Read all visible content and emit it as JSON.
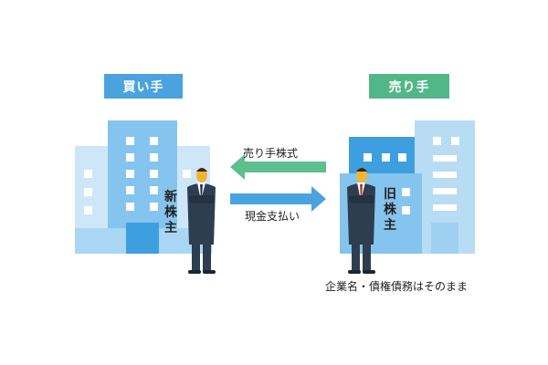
{
  "colors": {
    "buyer_label_bg": "#4aa3df",
    "seller_label_bg": "#52b788",
    "arrow_left": "#5cbf8d",
    "arrow_right": "#4aa3df",
    "building_light": "#b8dcf4",
    "building_mid": "#85c4ee",
    "building_dark": "#3d9fe0",
    "suit": "#2d3e50",
    "skin": "#f2b532"
  },
  "buyer": {
    "label": "買い手",
    "holder_label": "新株主"
  },
  "seller": {
    "label": "売り手",
    "holder_label": "旧株主"
  },
  "arrows": {
    "to_buyer": {
      "label": "売り手株式"
    },
    "to_seller": {
      "label": "現金支払い"
    }
  },
  "footnote": "企業名・債権債務はそのまま"
}
